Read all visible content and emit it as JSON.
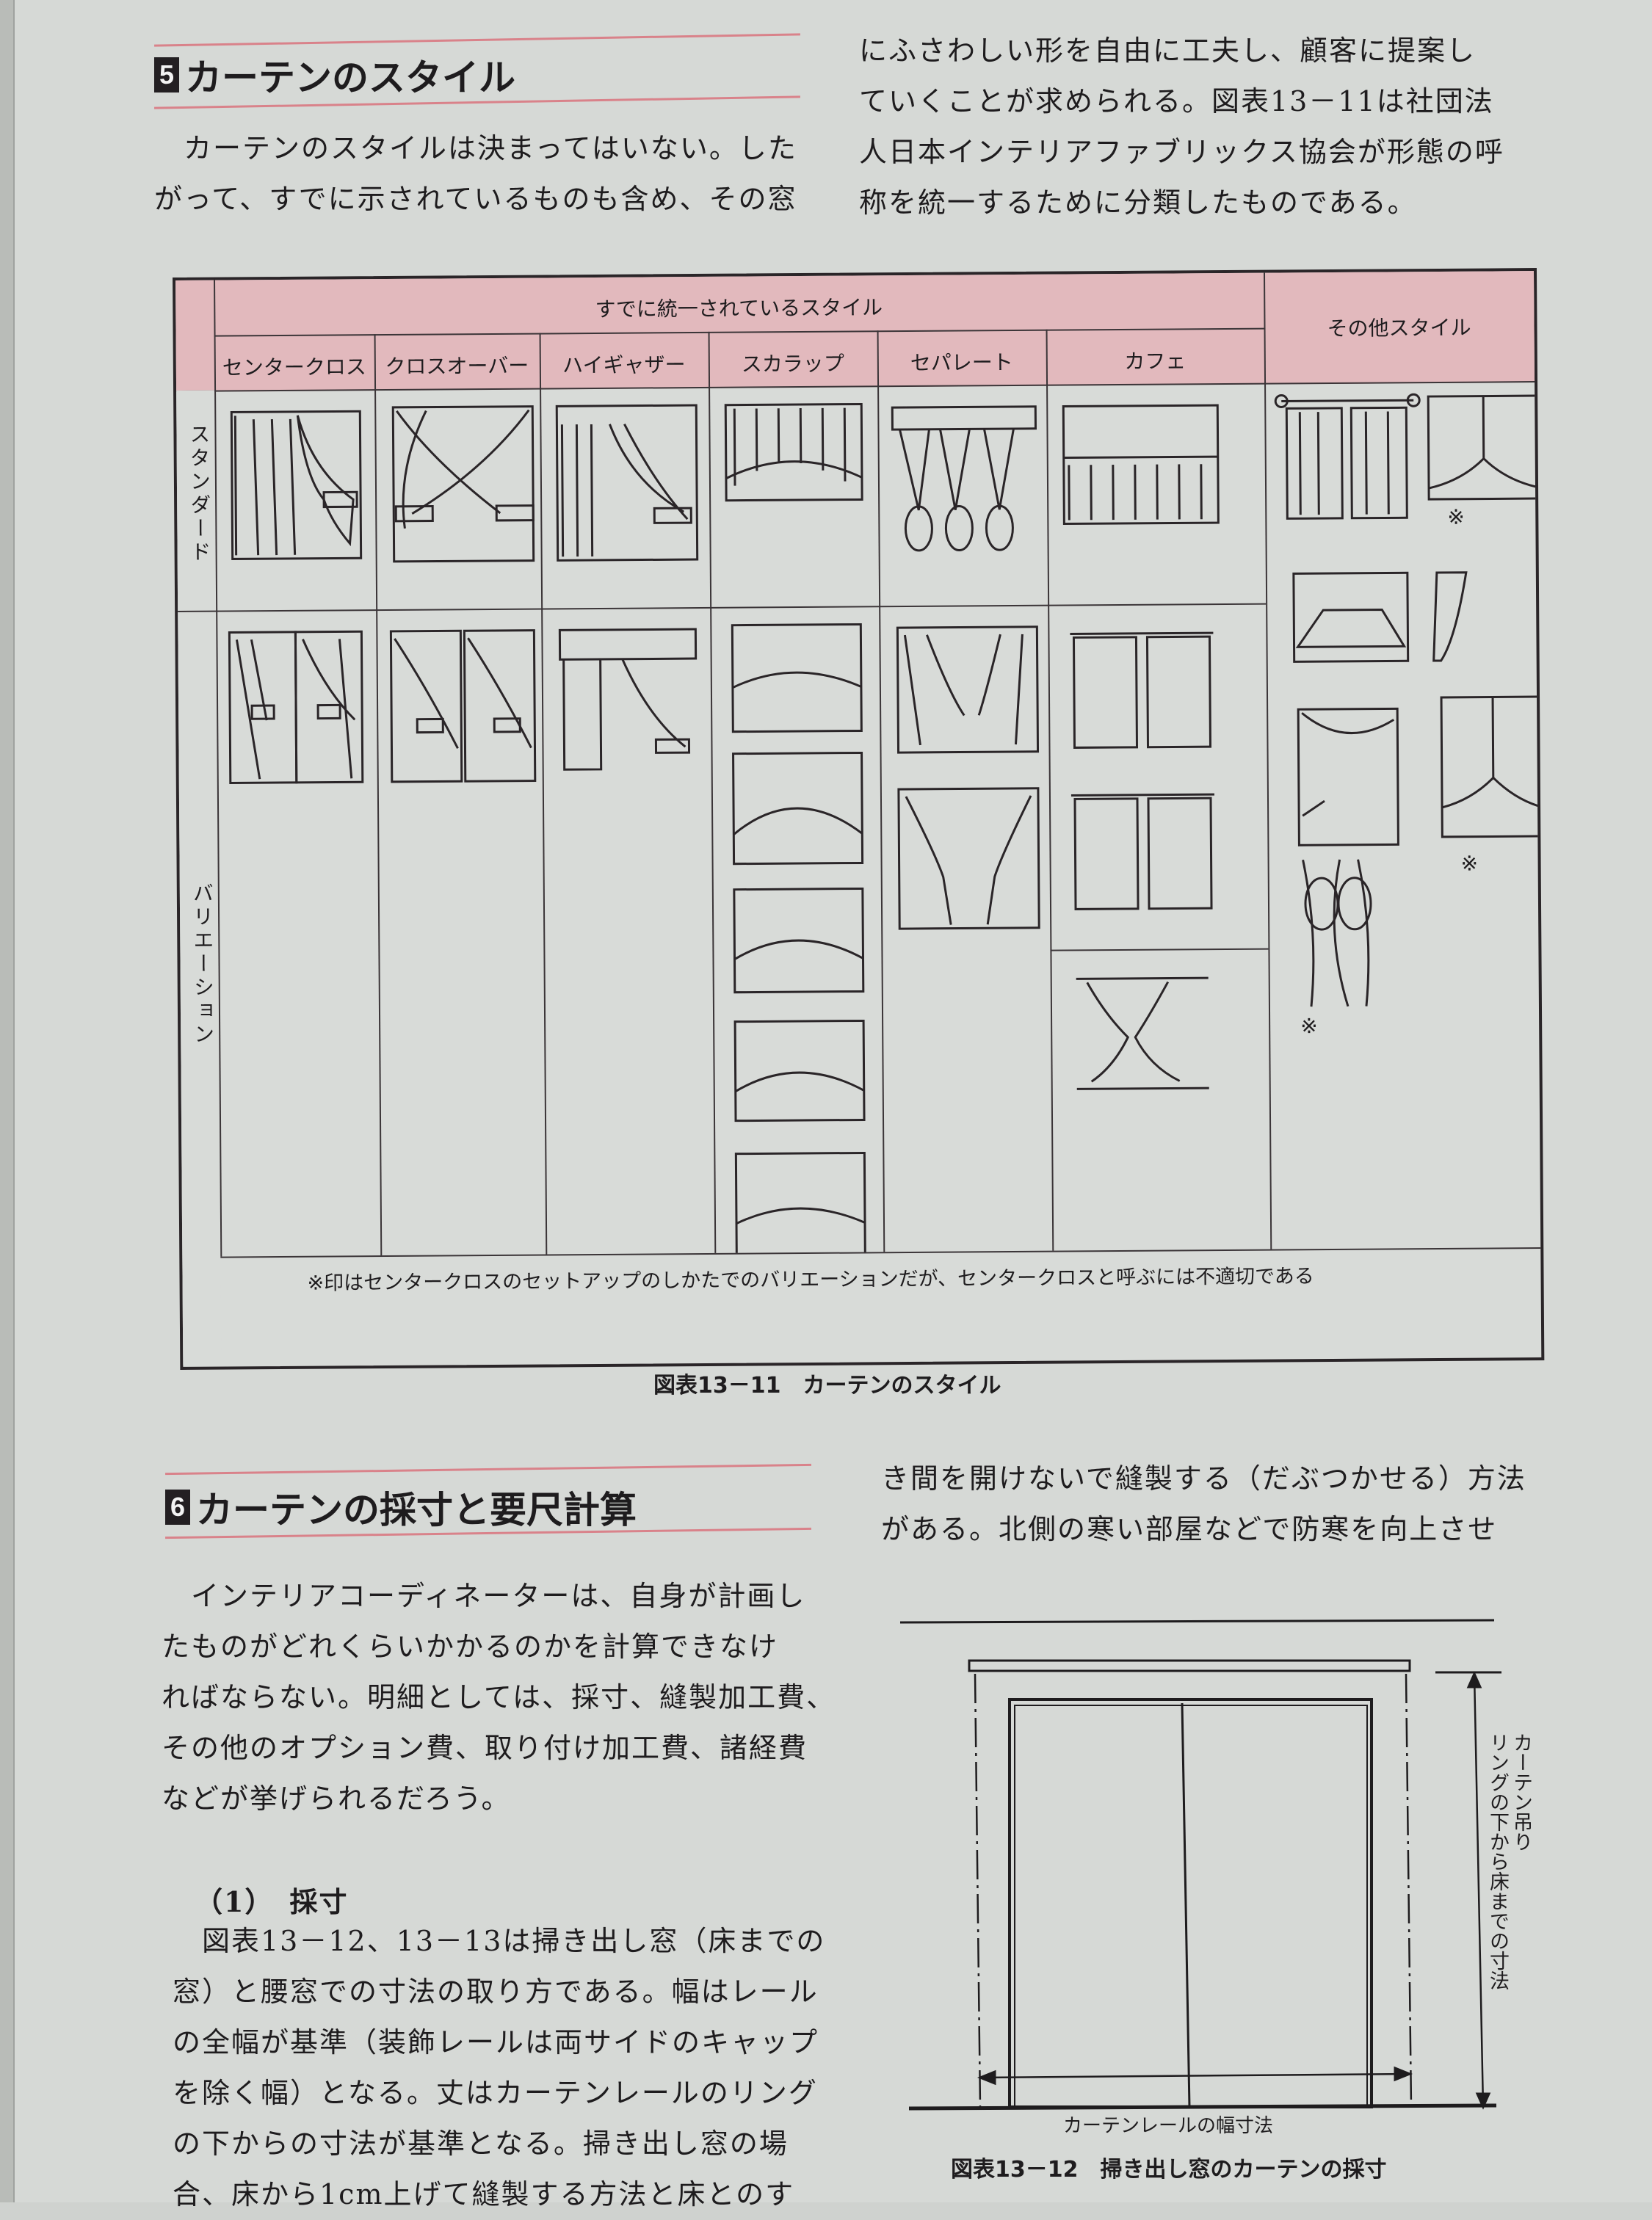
{
  "section5": {
    "number": "5",
    "title": "カーテンのスタイル",
    "left_paragraph": [
      "　カーテンのスタイルは決まってはいない。した",
      "がって、すでに示されているものも含め、その窓"
    ],
    "right_paragraph": [
      "にふさわしい形を自由に工夫し、顧客に提案し",
      "ていくことが求められる。図表13－11は社団法",
      "人日本インテリアファブリックス協会が形態の呼",
      "称を統一するために分類したものである。"
    ]
  },
  "table": {
    "group_header": "すでに統一されているスタイル",
    "other_header": "その他スタイル",
    "columns": [
      "センタークロス",
      "クロスオーバー",
      "ハイギャザー",
      "スカラップ",
      "セパレート",
      "カフェ"
    ],
    "rows": [
      "スタンダード",
      "バリエーション"
    ],
    "note_mark": "※",
    "footnote": "※印はセンタークロスのセットアップのしかたでのバリエーションだが、センタークロスと呼ぶには不適切である",
    "caption": "図表13－11　カーテンのスタイル"
  },
  "section6": {
    "number": "6",
    "title": "カーテンの採寸と要尺計算",
    "intro": [
      "　インテリアコーディネーターは、自身が計画し",
      "たものがどれくらいかかるのかを計算できなけ",
      "ればならない。明細としては、採寸、縫製加工費、",
      "その他のオプション費、取り付け加工費、諸経費",
      "などが挙げられるだろう。"
    ],
    "subsection": "（1）　採寸",
    "body": [
      "　図表13－12、13－13は掃き出し窓（床までの",
      "窓）と腰窓での寸法の取り方である。幅はレール",
      "の全幅が基準（装飾レールは両サイドのキャップ",
      "を除く幅）となる。丈はカーテンレールのリング",
      "の下からの寸法が基準となる。掃き出し窓の場",
      "合、床から1cm上げて縫製する方法と床とのす"
    ],
    "right_col": [
      "き間を開けないで縫製する（だぶつかせる）方法",
      "がある。北側の寒い部屋などで防寒を向上させ"
    ]
  },
  "figure12": {
    "vertical_label_1": "カーテン吊り",
    "vertical_label_2": "リングの下から床までの寸法",
    "width_label": "カーテンレールの幅寸法",
    "caption": "図表13－12　掃き出し窓のカーテンの採寸"
  },
  "colors": {
    "header_pink": "#e2b9bd",
    "rule_red": "#d9828a",
    "badge": "#231f22",
    "paper": "#d6d9d6"
  }
}
